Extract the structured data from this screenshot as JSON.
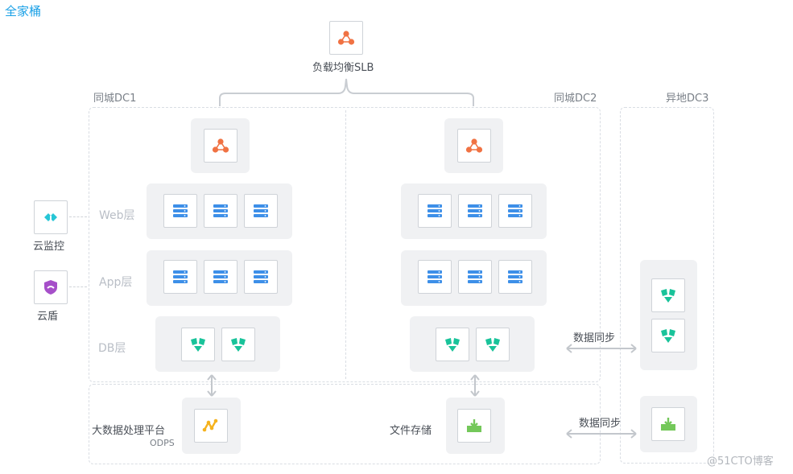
{
  "tab_title": "全家桶",
  "slb_label": "负载均衡SLB",
  "dc1_label": "同城DC1",
  "dc2_label": "同城DC2",
  "dc3_label": "异地DC3",
  "layers": {
    "web": "Web层",
    "app": "App层",
    "db": "DB层"
  },
  "side": {
    "monitor": "云监控",
    "shield": "云盾"
  },
  "bigdata": {
    "label": "大数据处理平台",
    "sub": "ODPS"
  },
  "file_storage": "文件存储",
  "sync_db": "数据同步",
  "sync_file": "数据同步",
  "watermark": "@51CTO博客",
  "colors": {
    "slb": "#f07243",
    "server": "#3d8fe8",
    "db": "#19c39a",
    "monitor": "#27c6d6",
    "shield": "#a64fc9",
    "odps": "#f5b21d",
    "storage": "#74c85a",
    "title": "#1aa0e6"
  },
  "icons": {
    "slb": "load-balancer-icon",
    "server": "server-icon",
    "db": "database-icon",
    "monitor": "cloud-monitor-icon",
    "shield": "cloud-shield-icon",
    "odps": "odps-icon",
    "storage": "file-storage-icon"
  }
}
